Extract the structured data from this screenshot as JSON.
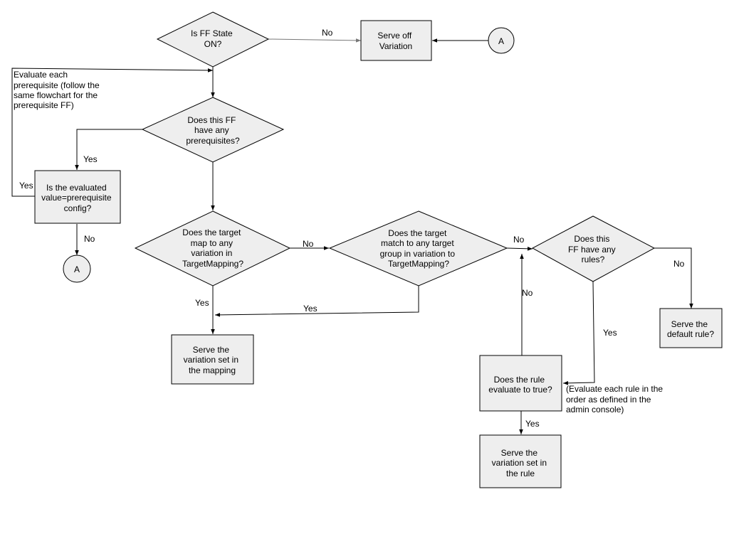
{
  "nodes": {
    "ff_state": [
      "Is FF State",
      "ON?"
    ],
    "serve_off": [
      "Serve off",
      "Variation"
    ],
    "connector_top": "A",
    "prereq_note": [
      "Evaluate each",
      "prerequisite (follow the",
      "same flowchart for the",
      "prerequisite FF)"
    ],
    "has_prereqs": [
      "Does this FF",
      "have any",
      "prerequisites?"
    ],
    "eval_value": [
      "Is the evaluated",
      "value=prerequisite",
      "config?"
    ],
    "connector_bottom": "A",
    "target_map": [
      "Does the target",
      "map to any",
      "variation in",
      "TargetMapping?"
    ],
    "target_group": [
      "Does the target",
      "match to any target",
      "group in variation to",
      "TargetMapping?"
    ],
    "has_rules": [
      "Does this",
      "FF have any",
      "rules?"
    ],
    "serve_default": [
      "Serve the",
      "default rule?"
    ],
    "serve_mapping": [
      "Serve the",
      "variation set in",
      "the mapping"
    ],
    "rule_true": [
      "Does the rule",
      "evaluate to true?"
    ],
    "rule_note": [
      "(Evaluate each rule in the",
      "order as defined in the",
      "admin console)"
    ],
    "serve_rule": [
      "Serve the",
      "variation set in",
      "the rule"
    ]
  },
  "edges": {
    "ff_no": "No",
    "prereq_yes": "Yes",
    "eval_yes": "Yes",
    "eval_no": "No",
    "map_no": "No",
    "map_yes": "Yes",
    "group_yes": "Yes",
    "group_no": "No",
    "rules_no": "No",
    "rules_yes": "Yes",
    "rule_no": "No",
    "rule_yes": "Yes"
  }
}
